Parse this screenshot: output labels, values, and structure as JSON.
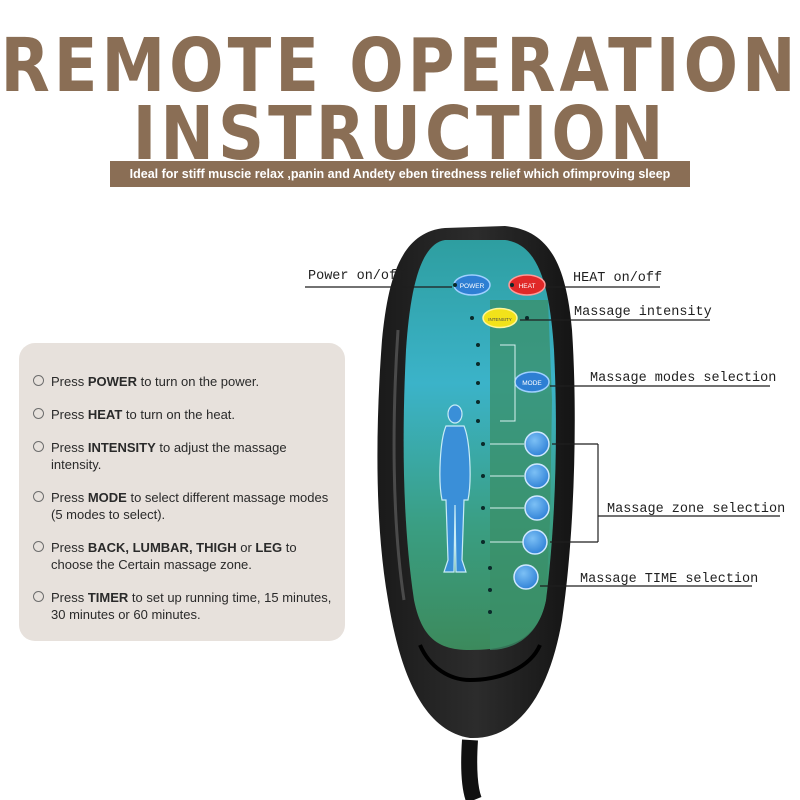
{
  "header": {
    "title_line1": "REMOTE OPERATION",
    "title_line2": "INSTRUCTION",
    "subtitle": "Ideal for stiff muscie relax ,panin and Andety eben tiredness relief which ofimproving sleep"
  },
  "instructions": [
    {
      "prefix": "Press ",
      "key": "POWER",
      "rest": " to turn on the power."
    },
    {
      "prefix": "Press ",
      "key": "HEAT",
      "rest": " to turn on the heat."
    },
    {
      "prefix": "Press ",
      "key": "INTENSITY",
      "rest": " to adjust the massage intensity."
    },
    {
      "prefix": "Press ",
      "key": "MODE",
      "rest": " to select different massage modes (5 modes to select)."
    },
    {
      "prefix": "Press ",
      "key": "BACK, LUMBAR, THIGH",
      "mid": " or ",
      "key2": "LEG",
      "rest": " to choose the  Certain massage zone."
    },
    {
      "prefix": "Press ",
      "key": "TIMER",
      "rest": " to set up running time, 15 minutes, 30 minutes or 60 minutes."
    }
  ],
  "remote": {
    "power_button": "POWER",
    "heat_button": "HEAT",
    "intensity_button": "INTENSITY",
    "mode_button": "MODE"
  },
  "callouts": {
    "power": "Power on/off",
    "heat": "HEAT on/off",
    "intensity": "Massage intensity",
    "modes": "Massage modes selection",
    "zone": "Massage zone selection",
    "time": "Massage TIME selection"
  },
  "colors": {
    "title_brown": "#8a6e55",
    "panel_teal": "#2aa6a6",
    "panel_blue": "#3cb8d8",
    "panel_green": "#4a9a6a",
    "button_blue": "#3a8fe0",
    "heat_red": "#e02828",
    "intensity_yellow": "#f2e21a",
    "box_beige": "#e7e1dc"
  }
}
